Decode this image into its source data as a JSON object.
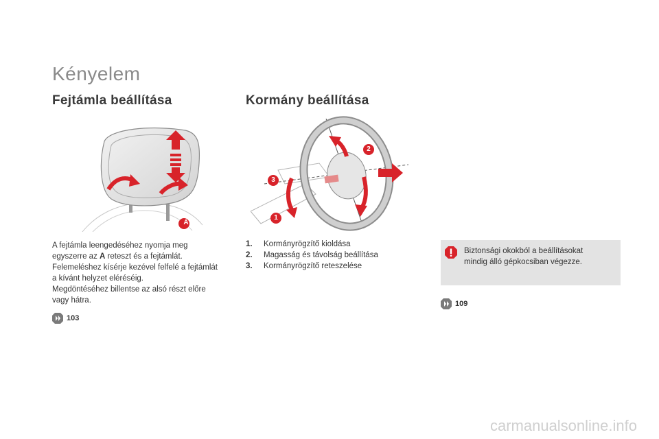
{
  "page": {
    "title": "Kényelem"
  },
  "headrest": {
    "heading": "Fejtámla beállítása",
    "callout_label": "A",
    "description_lines": [
      "A fejtámla leengedéséhez nyomja meg",
      "egyszerre az ",
      "A",
      " reteszt és a fejtámlát.",
      "Felemeléshez kísérje kezével felfelé a fejtámlát",
      "a kívánt helyzet eléréséig.",
      "Megdöntéséhez billentse az alsó részt előre",
      "vagy hátra."
    ],
    "reference": "103"
  },
  "steering": {
    "heading": "Kormány beállítása",
    "callouts": [
      "1",
      "2",
      "3"
    ],
    "steps": [
      {
        "number": "1.",
        "text": "Kormányrögzítő kioldása"
      },
      {
        "number": "2.",
        "text": "Magasság és távolság beállítása"
      },
      {
        "number": "3.",
        "text": "Kormányrögzítő reteszelése"
      }
    ],
    "reference": "109"
  },
  "warning": {
    "text_line1": "Biztonsági okokból a beállításokat",
    "text_line2": "mindig álló gépkocsiban végezze."
  },
  "watermark": "carmanualsonline.info",
  "colors": {
    "accent_red": "#d8232a",
    "title_gray": "#8a8a8a",
    "box_gray": "#e3e3e3"
  }
}
